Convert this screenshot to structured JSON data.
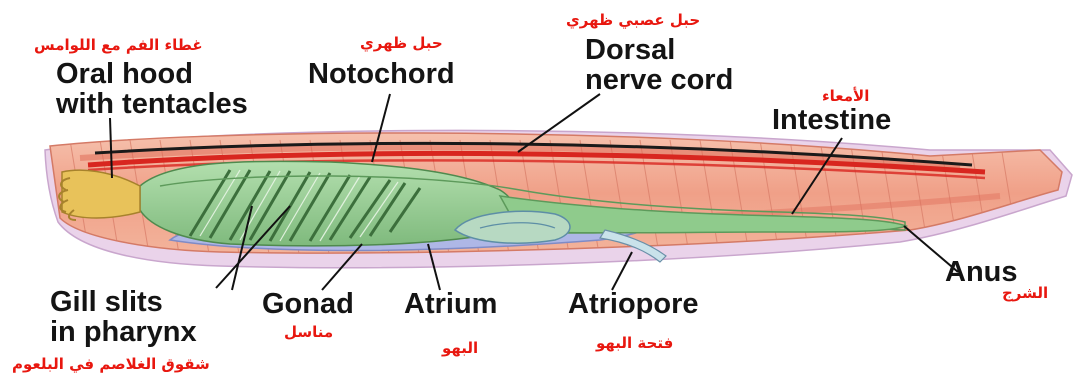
{
  "labels": {
    "oral_hood": {
      "en_lines": [
        "Oral hood",
        "with tentacles"
      ],
      "ar": "غطاء الفم مع اللوامس"
    },
    "notochord": {
      "en": "Notochord",
      "ar": "حبل ظهري"
    },
    "dorsal_nerve": {
      "en_lines": [
        "Dorsal",
        "nerve cord"
      ],
      "ar": "حبل عصبي ظهري"
    },
    "intestine": {
      "en": "Intestine",
      "ar": "الأمعاء"
    },
    "anus": {
      "en": "Anus",
      "ar": "الشرج"
    },
    "gill_slits": {
      "en_lines": [
        "Gill slits",
        "in pharynx"
      ],
      "ar": "شقوق الغلاصم في البلعوم"
    },
    "gonad": {
      "en": "Gonad",
      "ar": "مناسل"
    },
    "atrium": {
      "en": "Atrium",
      "ar": "البهو"
    },
    "atriopore": {
      "en": "Atriopore",
      "ar": "فتحة البهو"
    }
  },
  "colors": {
    "muscle": "#f2a58a",
    "muscle_band": "#e06e5a",
    "outer_body": "#ead3ea",
    "pharynx_green": "#92c98f",
    "gut_green": "#8fcb8c",
    "atrium_blue": "#aeb7e6",
    "notochord_red": "#d8261f",
    "nerve_black": "#1a1a1a",
    "tentacle_yellow": "#e8c25a",
    "label_black": "#141414",
    "label_red": "#e8170f"
  }
}
